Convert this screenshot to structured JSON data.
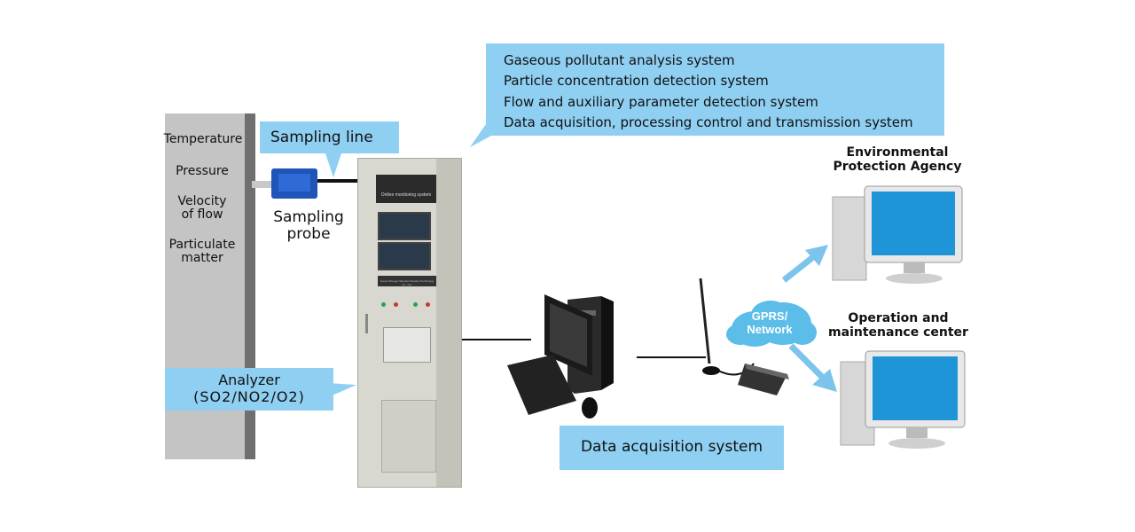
{
  "systems_callout": {
    "lines": [
      "Gaseous pollutant analysis system",
      "Particle concentration detection system",
      "Flow and auxiliary parameter detection system",
      "Data acquisition, processing control and transmission system"
    ]
  },
  "chimney": {
    "params": [
      "Temperature",
      "Pressure",
      "Velocity\nof flow",
      "Particulate\nmatter"
    ]
  },
  "sampling_line_label": "Sampling line",
  "sampling_probe_label": "Sampling\nprobe",
  "analyzer": {
    "title": "Analyzer",
    "gases": "(SO2/NO2/O2)"
  },
  "cabinet": {
    "screen_title": "Online monitoring system",
    "footer_text": "Hunan Shangyi Stimulus Shadow Technology Co., Ltd."
  },
  "data_acquisition_label": "Data acquisition system",
  "network_label": "GPRS/\nNetwork",
  "epa_label": "Environmental\nProtection Agency",
  "omc_label": "Operation and\nmaintenance center",
  "colors": {
    "callout": "#8fcff2",
    "cloud": "#5bbde8",
    "arrow": "#7cc4ec",
    "probe": "#1f54b8"
  }
}
